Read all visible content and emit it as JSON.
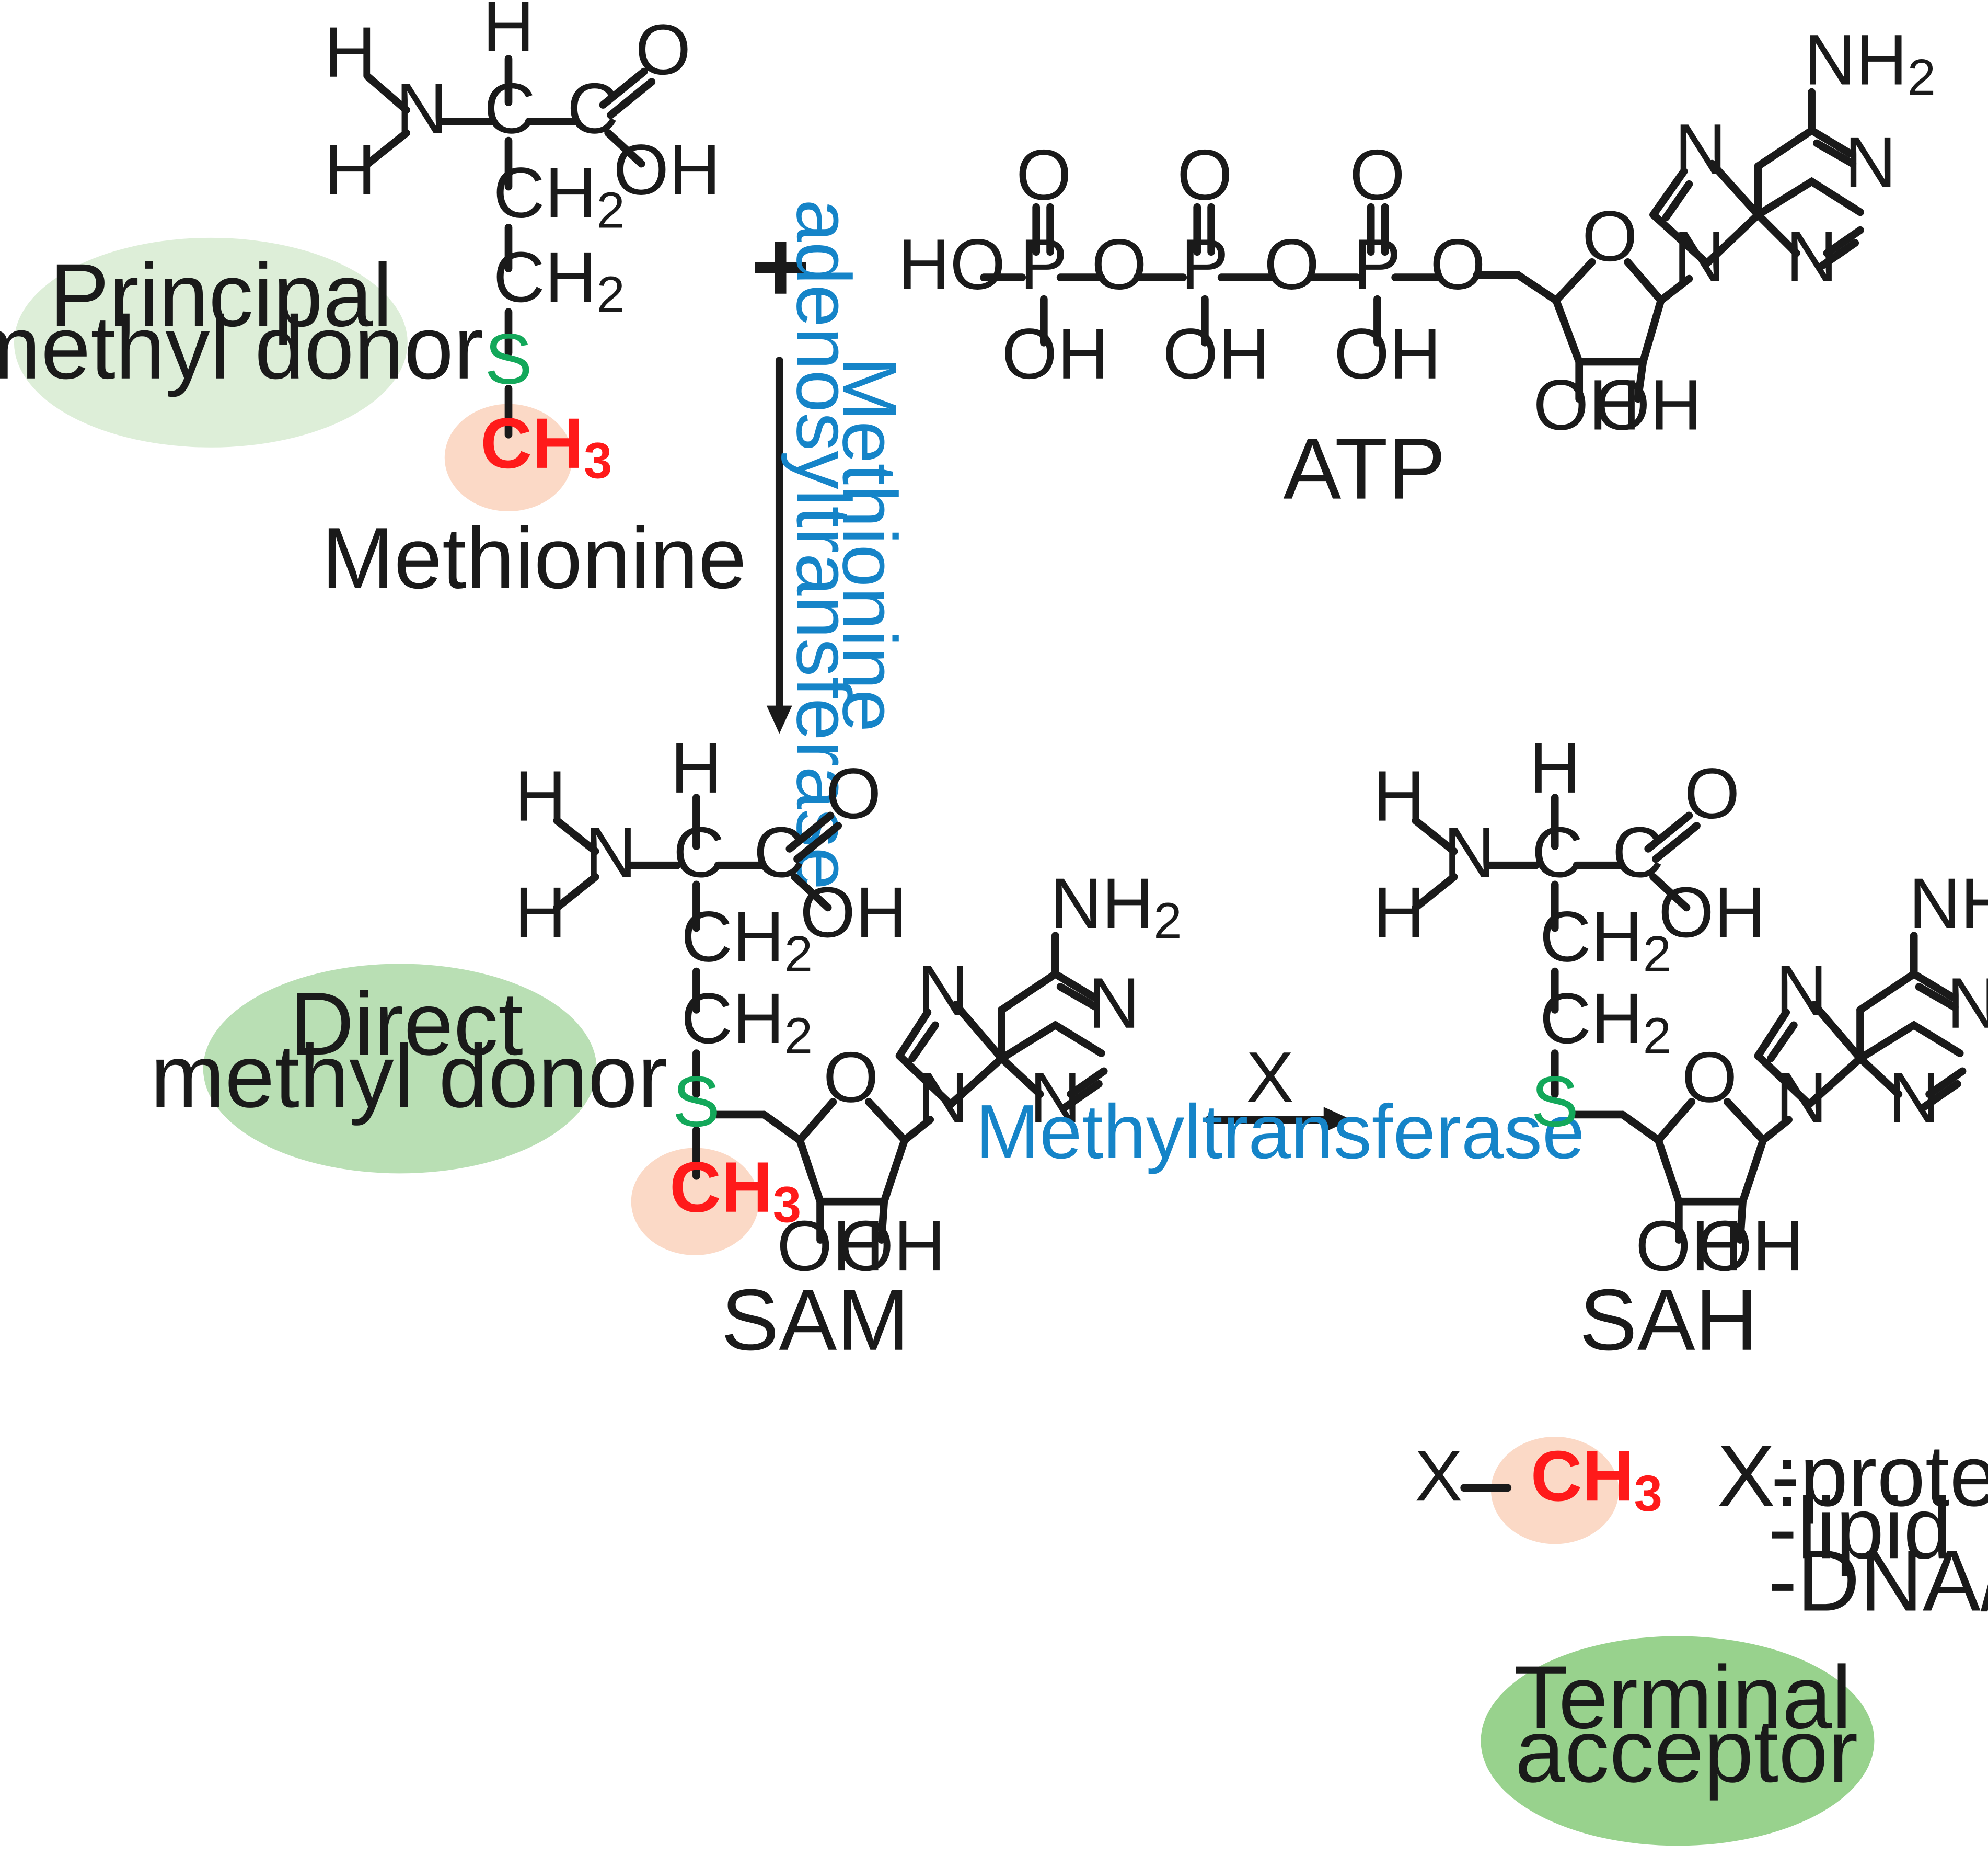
{
  "colors": {
    "principal_bubble": "#ddeed8",
    "direct_bubble": "#b9dfb4",
    "terminal_bubble": "#98d28d",
    "methyl_highlight": "#fbd9c6",
    "methyl_text": "#ff1a1a",
    "sulfur_text": "#13a85a",
    "enzyme_text": "#1584c8",
    "ink": "#1a1a1a"
  },
  "labels": {
    "principal_donor": [
      "Principal",
      "methyl donor"
    ],
    "direct_donor": [
      "Direct",
      "methyl donor"
    ],
    "terminal_acceptor": [
      "Terminal",
      "acceptor"
    ],
    "methionine": "Methionine",
    "atp": "ATP",
    "sam": "SAM",
    "sah": "SAH",
    "plus": "+",
    "enzyme1": [
      "Methionine",
      "adenosyltransferase"
    ],
    "enzyme2_substrate": "X",
    "enzyme2": "Methyltransferase",
    "x_group": "X",
    "x_list_head": "X:",
    "x_list": [
      "-protein",
      "-lipid",
      "-DNA/RNA"
    ]
  },
  "atoms": {
    "H": "H",
    "N": "N",
    "C": "C",
    "O": "O",
    "OH": "OH",
    "HO": "HO",
    "P": "P",
    "S": "S",
    "CH": "CH",
    "NH": "NH",
    "sub2": "2",
    "sub3": "3"
  }
}
